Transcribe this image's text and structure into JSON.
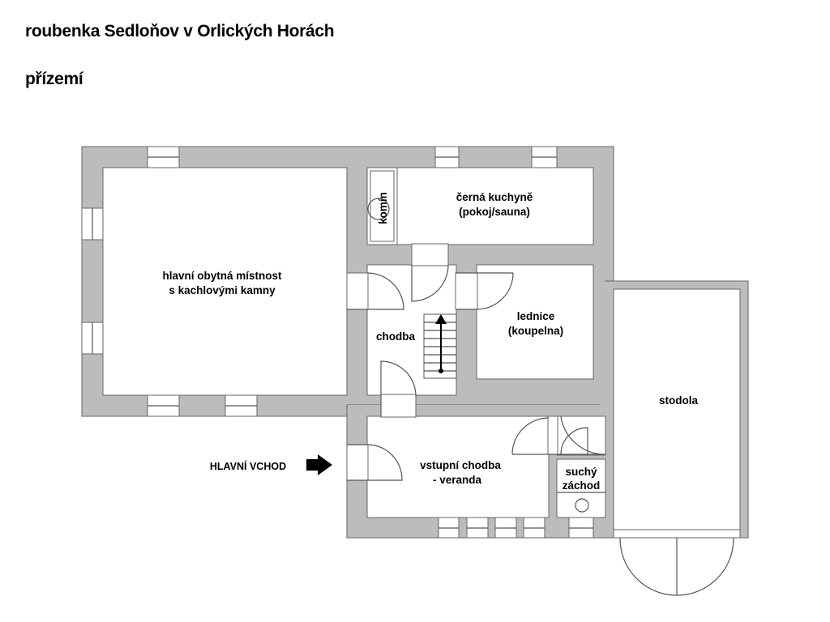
{
  "title": "roubenka Sedloňov v Orlických Horách",
  "subtitle": "přízemí",
  "rooms": {
    "living_1": "hlavní obytná místnost",
    "living_2": "s kachlovými kamny",
    "kitchen_1": "černá kuchyně",
    "kitchen_2": "(pokoj/sauna)",
    "chimney": "komín",
    "hallway": "chodba",
    "cellar_1": "lednice",
    "cellar_2": "(koupelna)",
    "barn": "stodola",
    "entry_1": "vstupní chodba",
    "entry_2": "- veranda",
    "toilet_1": "suchý",
    "toilet_2": "záchod"
  },
  "entrance_label": "HLAVNÍ VCHOD",
  "entrance_icon": "arrow-right-icon"
}
